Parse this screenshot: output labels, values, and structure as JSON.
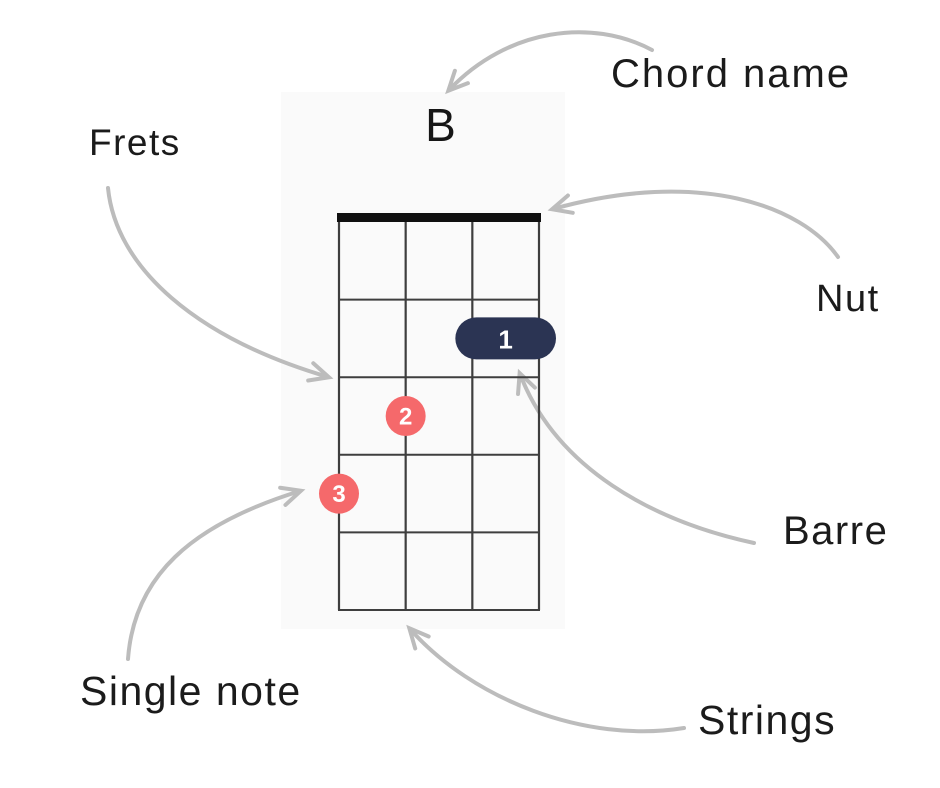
{
  "canvas": {
    "background": "#ffffff",
    "panel_background": "#fafafa"
  },
  "labels": {
    "chord_name": "Chord name",
    "frets": "Frets",
    "nut": "Nut",
    "barre": "Barre",
    "single_note": "Single note",
    "strings": "Strings"
  },
  "arrows": {
    "color": "#bcbcbc"
  },
  "chord_diagram": {
    "chord_name": "B",
    "strings_count": 4,
    "frets_count": 5,
    "nut_color": "#101010",
    "grid_color": "#3e3e3e",
    "barre": {
      "label": "1",
      "fret": 2,
      "from_string": 3,
      "to_string": 4,
      "fill": "#2b3453",
      "text_color": "#ffffff"
    },
    "dots": [
      {
        "label": "2",
        "fret": 3,
        "string": 2,
        "fill": "#f5696b",
        "text_color": "#ffffff"
      },
      {
        "label": "3",
        "fret": 4,
        "string": 1,
        "fill": "#f5696b",
        "text_color": "#ffffff"
      }
    ]
  }
}
